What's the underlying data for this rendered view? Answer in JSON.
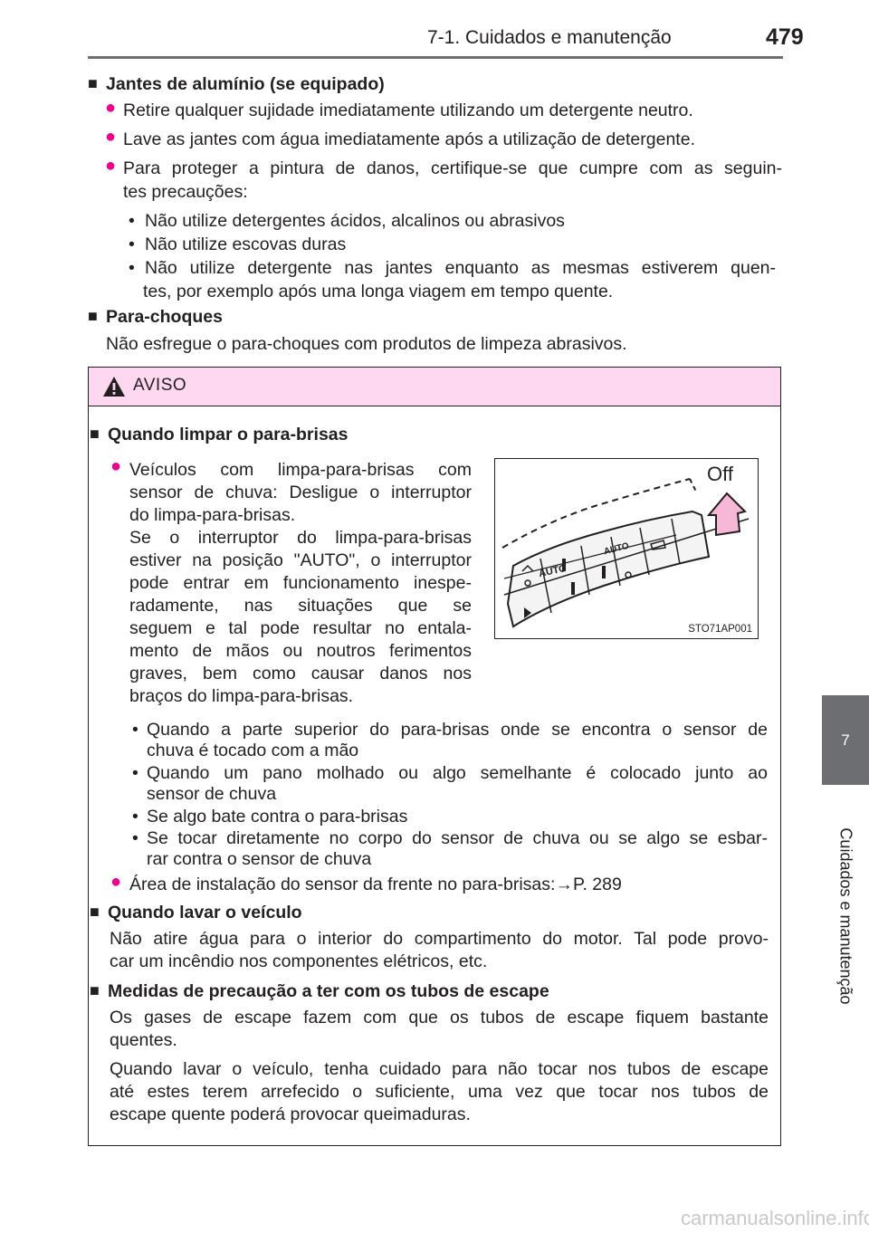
{
  "header": {
    "section": "7-1. Cuidados e manutenção",
    "page_number": "479"
  },
  "side_tab": {
    "chapter_number": "7",
    "chapter_title": "Cuidados e manutenção"
  },
  "content": {
    "alloy_heading": "Jantes de alumínio (se equipado)",
    "alloy_b1": "Retire qualquer sujidade imediatamente utilizando um detergente neutro.",
    "alloy_b2": "Lave as jantes com água imediatamente após a utilização de detergente.",
    "alloy_b3_l1": "Para proteger a pintura de danos, certifique-se que cumpre com as seguin-",
    "alloy_b3_l2": "tes precauções:",
    "alloy_s1": "Não utilize detergentes ácidos, alcalinos ou abrasivos",
    "alloy_s2": "Não utilize escovas duras",
    "alloy_s3_l1": "Não utilize detergente nas jantes enquanto as mesmas estiverem quen-",
    "alloy_s3_l2": "tes, por exemplo após uma longa viagem em tempo quente.",
    "bumper_heading": "Para-choques",
    "bumper_text": "Não esfregue o para-choques com produtos de limpeza abrasivos."
  },
  "warning": {
    "title": "AVISO",
    "windshield_heading": "Quando limpar o para-brisas",
    "rain_lines": [
      "Veículos com limpa-para-brisas com",
      "sensor de chuva: Desligue o interruptor",
      "do limpa-para-brisas.",
      "Se o interruptor do limpa-para-brisas",
      "estiver na posição \"AUTO\", o interruptor",
      "pode entrar em funcionamento inespe-",
      "radamente, nas situações que se",
      "seguem e tal pode resultar no entala-",
      "mento de mãos ou noutros ferimentos",
      "graves, bem como causar danos nos",
      "braços do limpa-para-brisas."
    ],
    "sub1_l1": "Quando a parte superior do para-brisas onde se encontra o sensor de",
    "sub1_l2": "chuva é tocado com a mão",
    "sub2_l1": "Quando um pano molhado ou algo semelhante é colocado junto ao",
    "sub2_l2": "sensor de chuva",
    "sub3": "Se algo bate contra o para-brisas",
    "sub4_l1": "Se tocar diretamente no corpo do sensor de chuva ou se algo se esbar-",
    "sub4_l2": "rar contra o sensor de chuva",
    "sensor_area": "Área de instalação do sensor da frente no para-brisas:→P. 289",
    "wash_heading": "Quando lavar o veículo",
    "wash_l1": "Não atire água para o interior do compartimento do motor. Tal pode provo-",
    "wash_l2": "car um incêndio nos componentes elétricos, etc.",
    "exhaust_heading": "Medidas de precaução a ter com os tubos de escape",
    "exhaust_p1_l1": "Os gases de escape fazem com que os tubos de escape fiquem bastante",
    "exhaust_p1_l2": "quentes.",
    "exhaust_p2_l1": "Quando lavar o veículo, tenha cuidado para não tocar nos tubos de escape",
    "exhaust_p2_l2": "até estes terem arrefecido o suficiente, uma vez que tocar nos tubos de",
    "exhaust_p2_l3": "escape quente poderá provocar queimaduras."
  },
  "figure": {
    "off_label": "Off",
    "auto_label_1": "AUTO",
    "auto_label_2": "AUTO",
    "code": "STO71AP001"
  },
  "watermark": "carmanualsonline.info",
  "colors": {
    "bullet": "#ec008c",
    "warning_bg": "#fdd8f0",
    "tab": "#6d6e71",
    "arrow": "#f7b8d8"
  }
}
